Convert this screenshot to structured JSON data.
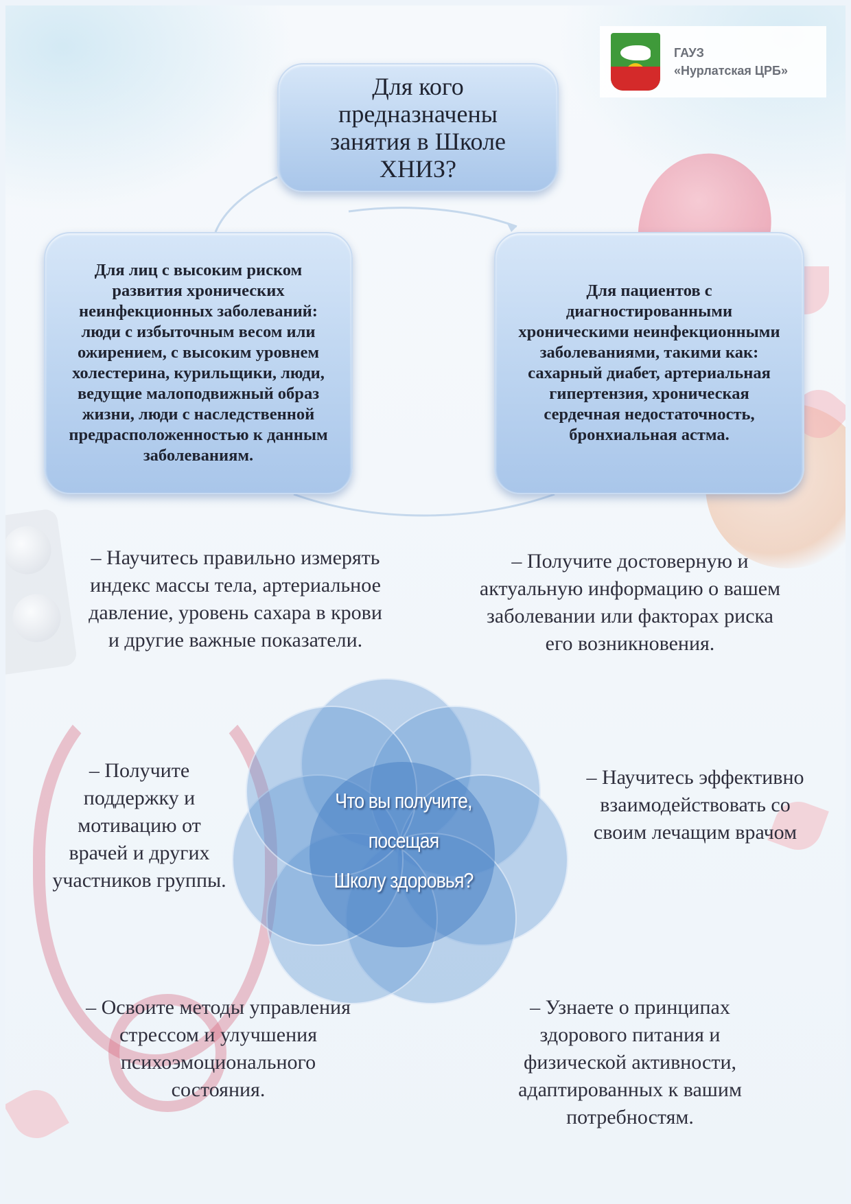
{
  "organization": {
    "name_line1": "ГАУЗ",
    "name_line2": "«Нурлатская ЦРБ»"
  },
  "header": {
    "title": "Для кого предназначены занятия в Школе ХНИЗ?"
  },
  "audience": {
    "left": "Для лиц с высоким риском развития хронических неинфекционных заболеваний: люди с избыточным весом или ожирением, с высоким уровнем холестерина, курильщики, люди, ведущие малоподвижный образ жизни, люди с наследственной предрасположенностью к данным заболеваниям.",
    "right": "Для пациентов с диагностированными хроническими неинфекционными заболеваниями, такими как: сахарный диабет, артериальная гипертензия, хроническая сердечная недостаточность, бронхиальная астма."
  },
  "center": {
    "line1": "Что вы получите,",
    "line2": "посещая",
    "line3": "Школу здоровья?"
  },
  "benefits": {
    "measure": "– Научитесь правильно измерять индекс массы тела, артериальное давление, уровень сахара в крови и другие важные показатели.",
    "info": "– Получите достоверную и актуальную информацию о вашем заболевании или факторах риска его возникновения.",
    "support": "– Получите поддержку и мотивацию от врачей и других участников группы.",
    "interact": "– Научитесь эффективно взаимодействовать со своим лечащим врачом",
    "stress": "– Освоите методы управления стрессом и улучшения психоэмоционального состояния.",
    "nutrition": "– Узнаете о принципах здорового питания и физической активности, адаптированных к вашим потребностям."
  }
}
